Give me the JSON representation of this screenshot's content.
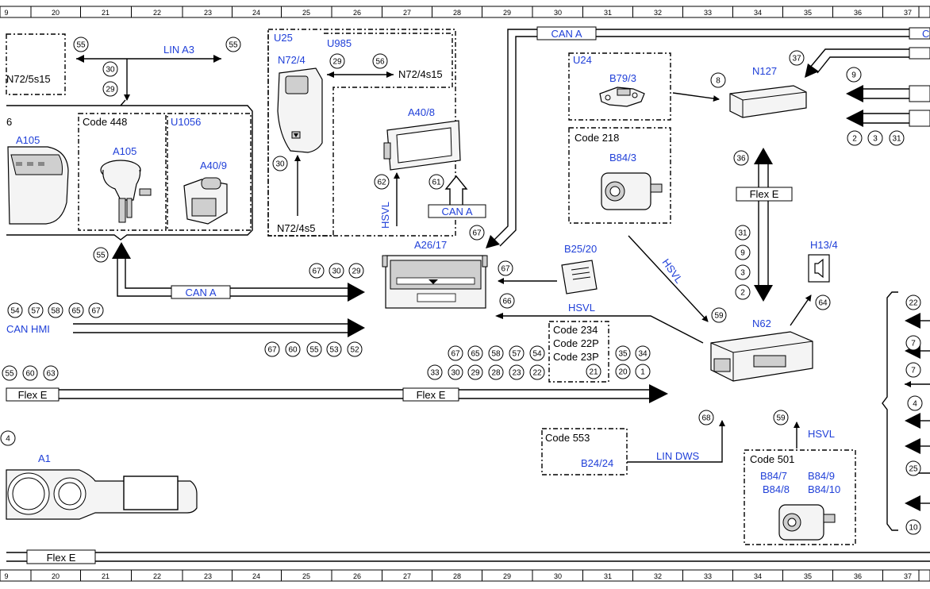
{
  "ruler": {
    "columns": [
      "9",
      "20",
      "21",
      "22",
      "23",
      "24",
      "25",
      "26",
      "27",
      "28",
      "29",
      "30",
      "31",
      "32",
      "33",
      "34",
      "35",
      "36",
      "37"
    ]
  },
  "components": {
    "n72_5s15": "N72/5s15",
    "u25": "U25",
    "n72_4": "N72/4",
    "u985": "U985",
    "n72_4s15": "N72/4s15",
    "n72_4s5": "N72/4s5",
    "a105_left": "A105",
    "a105": "A105",
    "u1056": "U1056",
    "a40_9": "A40/9",
    "a40_8": "A40/8",
    "a26_17": "A26/17",
    "u24": "U24",
    "b79_3": "B79/3",
    "b84_3": "B84/3",
    "n127": "N127",
    "b25_20": "B25/20",
    "h13_4": "H13/4",
    "n62": "N62",
    "b24_24": "B24/24",
    "a1": "A1",
    "b84_7": "B84/7",
    "b84_8": "B84/8",
    "b84_9": "B84/9",
    "b84_10": "B84/10",
    "code448": "Code 448",
    "code218": "Code 218",
    "code234": "Code 234",
    "code22p": "Code 22P",
    "code23p": "Code 23P",
    "code553": "Code 553",
    "code501": "Code 501",
    "partial_left": "6"
  },
  "buses": {
    "lin_a3": "LIN A3",
    "can_a_top": "CAN A",
    "can_a_mid": "CAN A",
    "can_a_left": "CAN A",
    "can_hmi": "CAN HMI",
    "flex_e_mid": "Flex E",
    "flex_e_left": "Flex E",
    "flex_e_right": "Flex E",
    "flex_e_bottom": "Flex E",
    "hsvl_vertical": "HSVL",
    "hsvl_diag": "HSVL",
    "hsvl_mid": "HSVL",
    "hsvl_bottom": "HSVL",
    "lin_dws": "LIN DWS",
    "can_a_edge": "C"
  },
  "circles": {
    "c55a": "55",
    "c55b": "55",
    "c30a": "30",
    "c29a": "29",
    "c29b": "29",
    "c56": "56",
    "c30b": "30",
    "c62": "62",
    "c61": "61",
    "c67a": "67",
    "c55c": "55",
    "c67b": "67",
    "c30c": "30",
    "c29c": "29",
    "c54a": "54",
    "c57a": "57",
    "c58a": "58",
    "c65a": "65",
    "c67c": "67",
    "c67d": "67",
    "c60a": "60",
    "c55d": "55",
    "c53": "53",
    "c52": "52",
    "c55e": "55",
    "c60b": "60",
    "c63": "63",
    "c67e": "67",
    "c65b": "65",
    "c58b": "58",
    "c57b": "57",
    "c54b": "54",
    "c33": "33",
    "c30d": "30",
    "c29d": "29",
    "c28": "28",
    "c23": "23",
    "c22a": "22",
    "c21": "21",
    "c35": "35",
    "c34": "34",
    "c20": "20",
    "c1": "1",
    "c67f": "67",
    "c66": "66",
    "c8": "8",
    "c37": "37",
    "c9a": "9",
    "c2a": "2",
    "c3a": "3",
    "c31a": "31",
    "c36": "36",
    "c31b": "31",
    "c9b": "9",
    "c3b": "3",
    "c2b": "2",
    "c59a": "59",
    "c64": "64",
    "c68": "68",
    "c59b": "59",
    "c22b": "22",
    "c7a": "7",
    "c7b": "7",
    "c4a": "4",
    "c25": "25",
    "c10": "10",
    "c4b": "4"
  }
}
